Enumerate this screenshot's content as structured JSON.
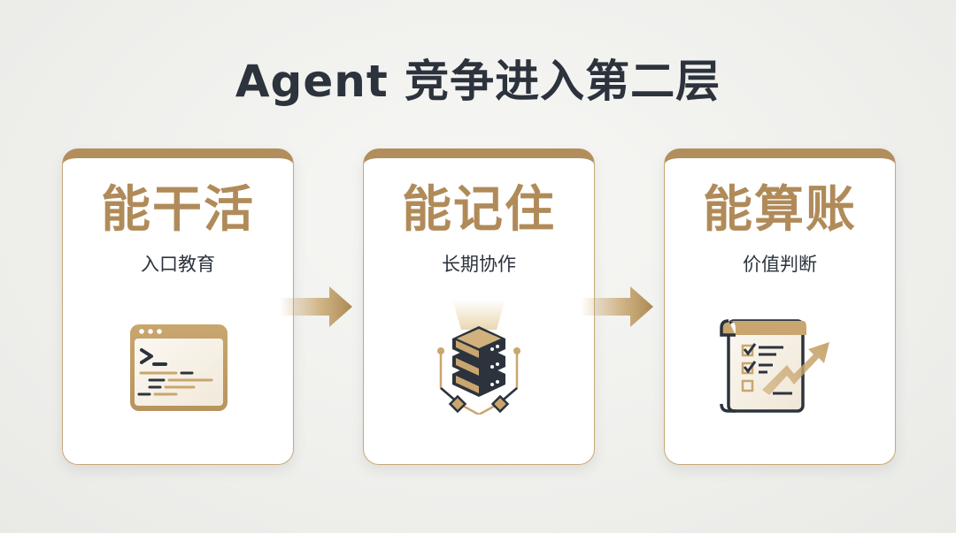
{
  "title": "Agent 竞争进入第二层",
  "colors": {
    "accent_gold": "#b08b59",
    "dark_text": "#2c333d",
    "background": "#efefec"
  },
  "cards": [
    {
      "title": "能干活",
      "subtitle": "入口教育",
      "icon": "terminal-window-icon"
    },
    {
      "title": "能记住",
      "subtitle": "长期协作",
      "icon": "server-stack-icon"
    },
    {
      "title": "能算账",
      "subtitle": "价值判断",
      "icon": "checklist-growth-icon"
    }
  ],
  "connectors": [
    {
      "icon": "arrow-right-icon"
    },
    {
      "icon": "arrow-right-icon"
    }
  ]
}
